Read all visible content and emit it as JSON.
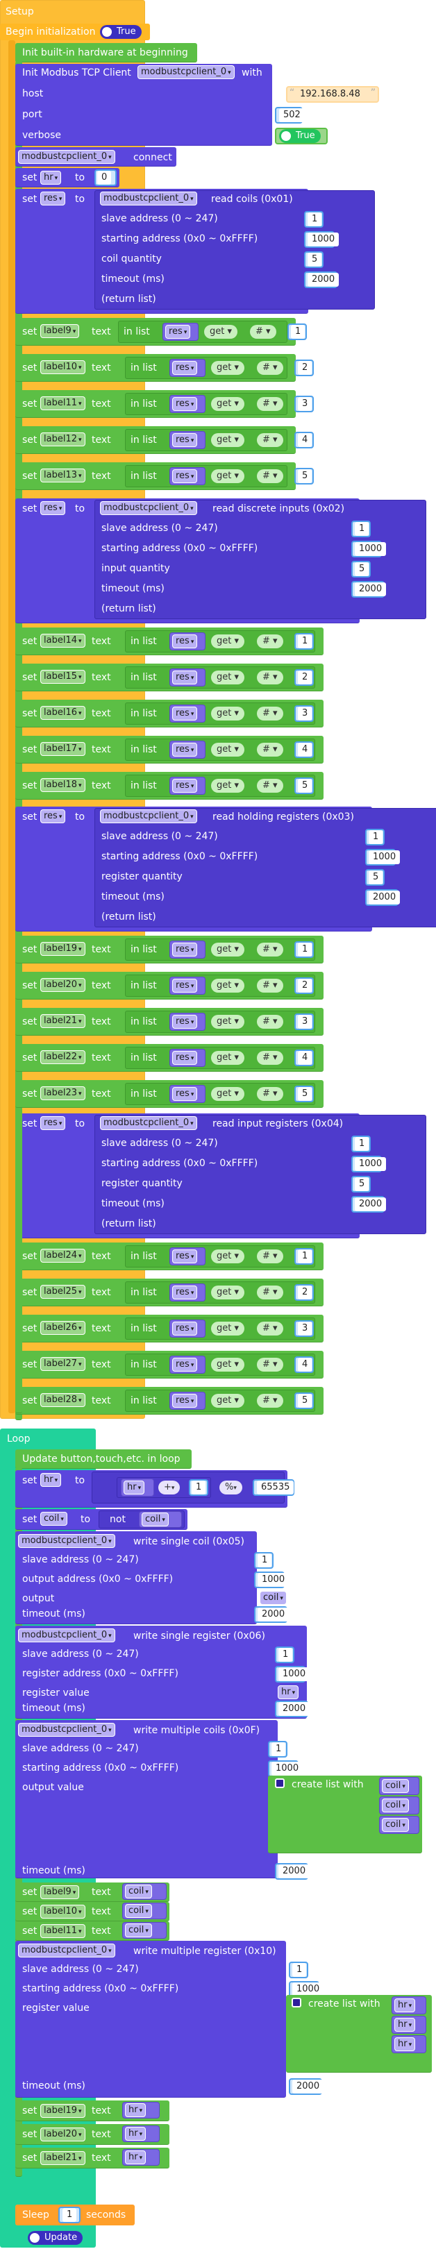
{
  "setup": {
    "title": "Setup",
    "begin_label": "Begin initialization",
    "begin_toggle": "True",
    "init_builtin": "Init built-in hardware at beginning",
    "init_client": {
      "prefix": "Init Modbus TCP Client",
      "client": "modbustcpclient_0",
      "suffix": "with",
      "host_label": "host",
      "host_value": "192.168.8.48",
      "port_label": "port",
      "port_value": "502",
      "verbose_label": "verbose",
      "verbose_value": "True"
    },
    "connect": {
      "client": "modbustcpclient_0",
      "label": "connect"
    },
    "set_hr": {
      "set": "set",
      "var": "hr",
      "to": "to",
      "value": "0"
    }
  },
  "common": {
    "set": "set",
    "to": "to",
    "text": "text",
    "in_list": "in list",
    "get": "get",
    "hash": "#",
    "slave": "slave address (0 ~ 247)",
    "start": "starting address (0x0 ~ 0xFFFF)",
    "timeout": "timeout (ms)",
    "return_list": "(return list)",
    "res": "res",
    "client": "modbustcpclient_0",
    "slave_v": "1",
    "start_v": "1000",
    "qty_v": "5",
    "timeout_v": "2000"
  },
  "reads": [
    {
      "op": "read coils (0x01)",
      "qty_label": "coil quantity",
      "labels": [
        "label9",
        "label10",
        "label11",
        "label12",
        "label13"
      ]
    },
    {
      "op": "read discrete inputs (0x02)",
      "qty_label": "input quantity",
      "labels": [
        "label14",
        "label15",
        "label16",
        "label17",
        "label18"
      ]
    },
    {
      "op": "read holding registers (0x03)",
      "qty_label": "register quantity",
      "labels": [
        "label19",
        "label20",
        "label21",
        "label22",
        "label23"
      ]
    },
    {
      "op": "read input registers (0x04)",
      "qty_label": "register quantity",
      "labels": [
        "label24",
        "label25",
        "label26",
        "label27",
        "label28"
      ]
    }
  ],
  "indices": [
    "1",
    "2",
    "3",
    "4",
    "5"
  ],
  "loop": {
    "title": "Loop",
    "update_label": "Update button,touch,etc. in loop",
    "set_hr": {
      "var": "hr",
      "op": "+",
      "one": "1",
      "mod": "%",
      "mod_val": "65535"
    },
    "set_coil": {
      "var": "coil",
      "not": "not"
    },
    "write_coil": {
      "op": "write single coil (0x05)",
      "addr_label": "output address (0x0 ~ 0xFFFF)",
      "val_label": "output",
      "val": "coil"
    },
    "write_reg": {
      "op": "write single register (0x06)",
      "addr_label": "register address (0x0 ~ 0xFFFF)",
      "val_label": "register value",
      "val": "hr"
    },
    "write_coils": {
      "op": "write multiple coils (0x0F)",
      "val_label": "output value",
      "create": "create list with",
      "items": [
        "coil",
        "coil",
        "coil"
      ]
    },
    "coil_labels": [
      "label9",
      "label10",
      "label11"
    ],
    "write_regs": {
      "op": "write multiple register (0x10)",
      "val_label": "register value",
      "create": "create list with",
      "items": [
        "hr",
        "hr",
        "hr"
      ]
    },
    "hr_labels": [
      "label19",
      "label20",
      "label21"
    ],
    "sleep": {
      "label": "Sleep",
      "value": "1",
      "unit": "seconds"
    },
    "update": "Update"
  }
}
